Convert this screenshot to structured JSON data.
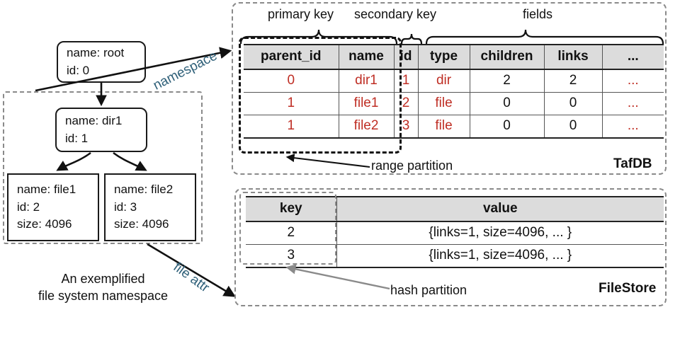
{
  "namespace_panel": {
    "caption_line1": "An exemplified",
    "caption_line2": "file system namespace",
    "nodes": [
      {
        "name_line": "name: root",
        "id_line": "id: 0",
        "size_line": ""
      },
      {
        "name_line": "name: dir1",
        "id_line": "id: 1",
        "size_line": ""
      },
      {
        "name_line": "name: file1",
        "id_line": "id: 2",
        "size_line": "size: 4096"
      },
      {
        "name_line": "name: file2",
        "id_line": "id: 3",
        "size_line": "size: 4096"
      }
    ]
  },
  "connectors": {
    "namespace_label": "namespace",
    "file_attr_label": "file attr",
    "label_color": "#2f6079"
  },
  "tafdb": {
    "store_name": "TafDB",
    "braces": {
      "primary_key": "primary key",
      "secondary_key": "secondary key",
      "fields": "fields"
    },
    "partition_annotation": "range partition",
    "columns": [
      "parent_id",
      "name",
      "id",
      "type",
      "children",
      "links",
      "..."
    ],
    "rows": [
      {
        "cells": [
          "0",
          "dir1",
          "1",
          "dir",
          "2",
          "2",
          "..."
        ],
        "red": [
          true,
          true,
          true,
          true,
          false,
          false,
          true
        ]
      },
      {
        "cells": [
          "1",
          "file1",
          "2",
          "file",
          "0",
          "0",
          "..."
        ],
        "red": [
          true,
          true,
          true,
          true,
          false,
          false,
          true
        ]
      },
      {
        "cells": [
          "1",
          "file2",
          "3",
          "file",
          "0",
          "0",
          "..."
        ],
        "red": [
          true,
          true,
          true,
          true,
          false,
          false,
          true
        ]
      }
    ]
  },
  "filestore": {
    "store_name": "FileStore",
    "partition_annotation": "hash partition",
    "columns": [
      "key",
      "value"
    ],
    "rows": [
      {
        "cells": [
          "2",
          "{links=1, size=4096, ... }"
        ]
      },
      {
        "cells": [
          "3",
          "{links=1, size=4096, ... }"
        ]
      }
    ]
  },
  "palette": {
    "value_red": "#bf2e24",
    "header_gray": "#dcdcdc",
    "dashed_gray": "#8a8a8a"
  }
}
